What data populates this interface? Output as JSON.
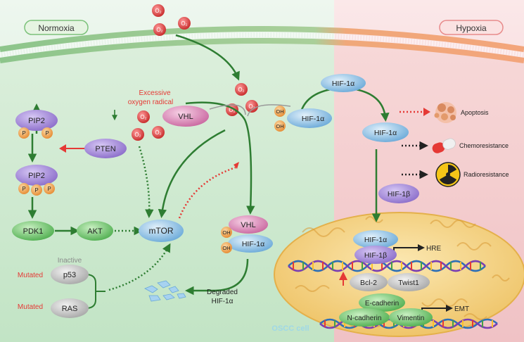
{
  "headers": {
    "normoxia": "Normoxia",
    "hypoxia": "Hypoxia"
  },
  "o2": "O₂",
  "labels": {
    "excessive_line1": "Excessive",
    "excessive_line2": "oxygen radical",
    "pip2_top": "PIP2",
    "pip2_bottom": "PIP2",
    "p": "P",
    "pten": "PTEN",
    "pdk1": "PDK1",
    "akt": "AKT",
    "mtor": "mTOR",
    "inactive": "Inactive",
    "mutated": "Mutated",
    "p53": "p53",
    "ras": "RAS",
    "vhl": "VHL",
    "oh": "OH",
    "hif1a": "HIF-1α",
    "hif1b": "HIF-1β",
    "degraded_line1": "Degraded",
    "degraded_line2": "HIF-1α",
    "oscc_cell": "OSCC cell",
    "apoptosis": "Apoptosis",
    "chemoresistance": "Chemoresistance",
    "radioresistance": "Radioresistance",
    "bcl2": "Bcl-2",
    "twist1": "Twist1",
    "hre": "HRE",
    "ecadherin": "E-cadherin",
    "ncadherin": "N-cadherin",
    "vimentin": "Vimentin",
    "emt": "EMT"
  },
  "colors": {
    "normoxia_bg": "#d4ead8",
    "hypoxia_bg": "#f4d2d4",
    "membrane_green": "#8dc58b",
    "membrane_orange": "#f0a87a",
    "arrow_green": "#2e7d32",
    "inhibit_red": "#e53935",
    "pip2_purple": "#9b7fd4",
    "pdk_green": "#6cc46c",
    "hif_blue": "#7fb6e0",
    "vhl_pink": "#d87fb3",
    "oh_orange": "#f0a050",
    "o2_red": "#d93a3a",
    "nucleus": "#f6d98b",
    "mutated_red": "#e53935"
  }
}
